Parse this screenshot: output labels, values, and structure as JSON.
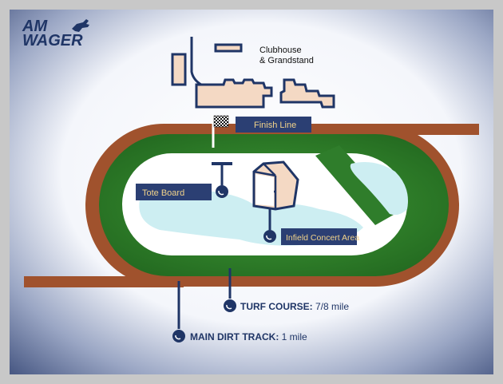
{
  "brand": {
    "line1": "AM",
    "line2": "WAGER"
  },
  "labels": {
    "clubhouse_line1": "Clubhouse",
    "clubhouse_line2": "& Grandstand",
    "finish_line": "Finish Line",
    "tote_board": "Tote Board",
    "infield_concert": "Infield Concert Area"
  },
  "legend": {
    "turf_name": "TURF COURSE:",
    "turf_length": " 7/8 mile",
    "dirt_name": "MAIN DIRT TRACK:",
    "dirt_length": " 1 mile"
  },
  "colors": {
    "frame": "#c8c8c8",
    "navy": "#1f3566",
    "dirt": "#a0522d",
    "turf": "#2f7d2b",
    "infield": "#ffffff",
    "water": "#cdeef2",
    "building": "#f4d9c4",
    "label_box": "#2b3f73",
    "label_text": "#f2d38a"
  }
}
